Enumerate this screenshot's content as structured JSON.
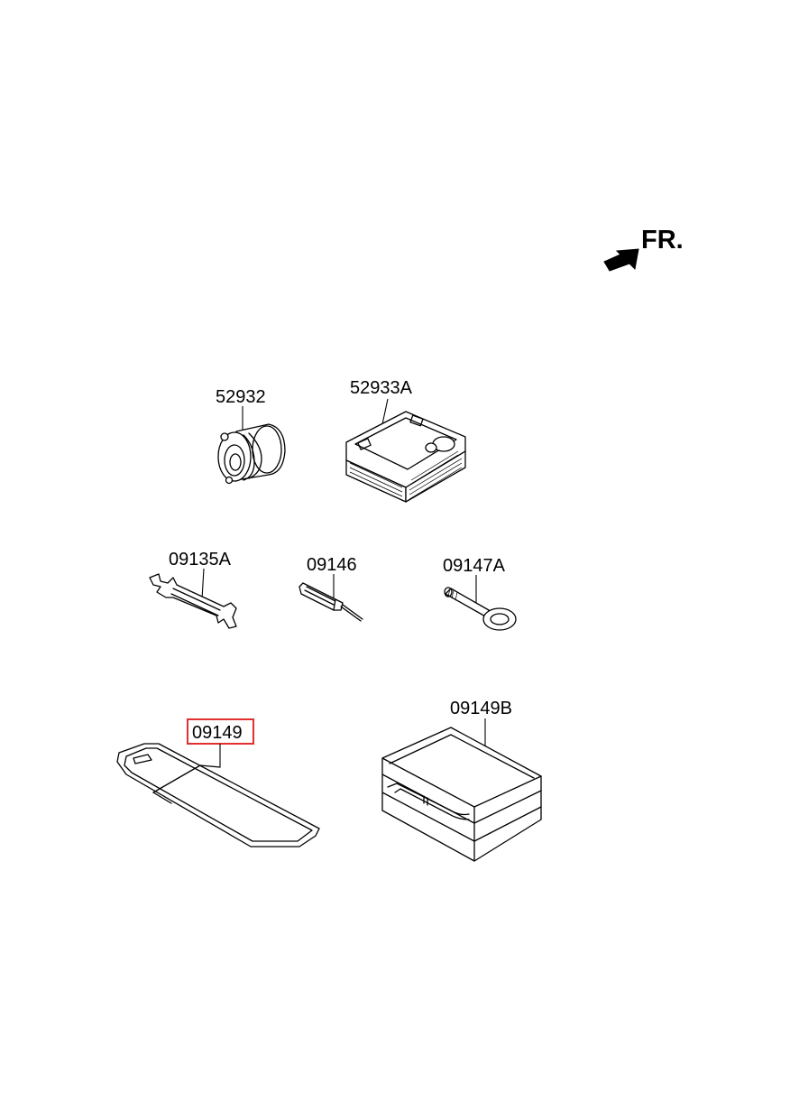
{
  "direction": {
    "label": "FR.",
    "icon": "arrow-front-icon"
  },
  "highlight_color": "#e03030",
  "parts": [
    {
      "id": "52932",
      "label": "52932",
      "name_icon": "valve-core-icon"
    },
    {
      "id": "52933A",
      "label": "52933A",
      "name_icon": "compressor-icon"
    },
    {
      "id": "09135A",
      "label": "09135A",
      "name_icon": "wrench-icon"
    },
    {
      "id": "09146",
      "label": "09146",
      "name_icon": "screwdriver-icon"
    },
    {
      "id": "09147A",
      "label": "09147A",
      "name_icon": "towing-hook-icon"
    },
    {
      "id": "09149",
      "label": "09149",
      "name_icon": "tool-bag-icon",
      "highlighted": true
    },
    {
      "id": "09149B",
      "label": "09149B",
      "name_icon": "tool-case-icon"
    }
  ]
}
